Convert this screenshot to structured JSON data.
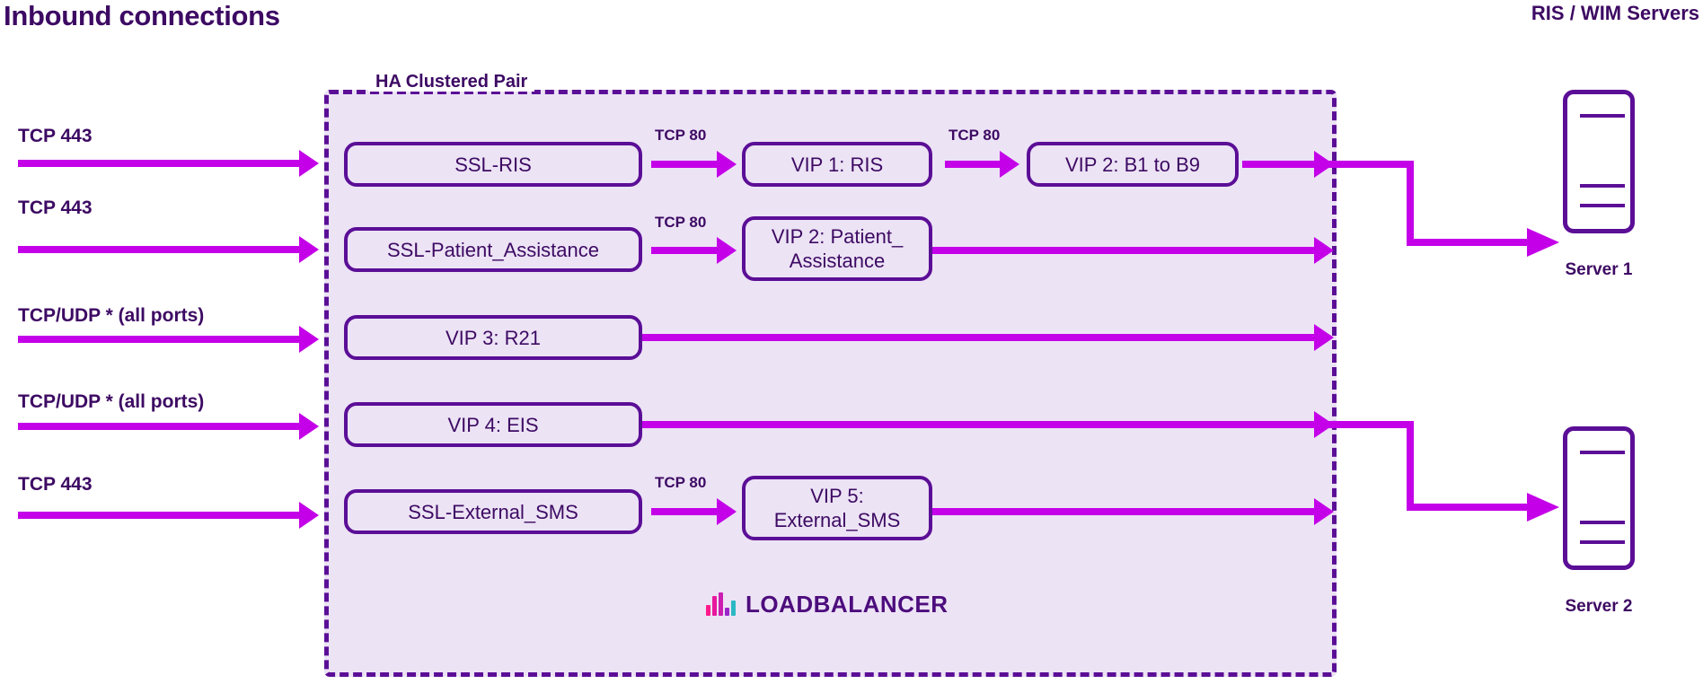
{
  "headings": {
    "inbound": "Inbound connections",
    "servers": "RIS / WIM Servers"
  },
  "cluster": {
    "label": "HA Clustered Pair",
    "brand": {
      "name": "LOADBALANCER",
      "logo_icon": "loadbalancer-bars-icon",
      "bar_colors": [
        "#ff1a8c",
        "#e01a9e",
        "#c41fb4",
        "#8e2bd0",
        "#2bb8c4"
      ]
    },
    "border_color": "#5b0e96",
    "fill_color": "#ece3f5"
  },
  "colors": {
    "text_purple": "#3d0a63",
    "box_border": "#5b0e96",
    "arrow_magenta": "#c400e8",
    "box_fill": "#ece3f5"
  },
  "rows": [
    {
      "inbound_label": "TCP 443",
      "ssl_box": "SSL-RIS",
      "hop1_label": "TCP 80",
      "vip_box": "VIP 1: RIS",
      "hop2_label": "TCP 80",
      "vip2_box": "VIP 2: B1 to B9"
    },
    {
      "inbound_label": "TCP 443",
      "ssl_box": "SSL-Patient_Assistance",
      "hop1_label": "TCP 80",
      "vip_box": "VIP 2: Patient_\nAssistance"
    },
    {
      "inbound_label": "TCP/UDP * (all ports)",
      "vip_box": "VIP 3: R21"
    },
    {
      "inbound_label": "TCP/UDP * (all ports)",
      "vip_box": "VIP 4: EIS"
    },
    {
      "inbound_label": "TCP 443",
      "ssl_box": "SSL-External_SMS",
      "hop1_label": "TCP 80",
      "vip_box": "VIP 5:\nExternal_SMS"
    }
  ],
  "servers": [
    {
      "label": "Server 1",
      "icon": "server-icon"
    },
    {
      "label": "Server 2",
      "icon": "server-icon"
    }
  ]
}
